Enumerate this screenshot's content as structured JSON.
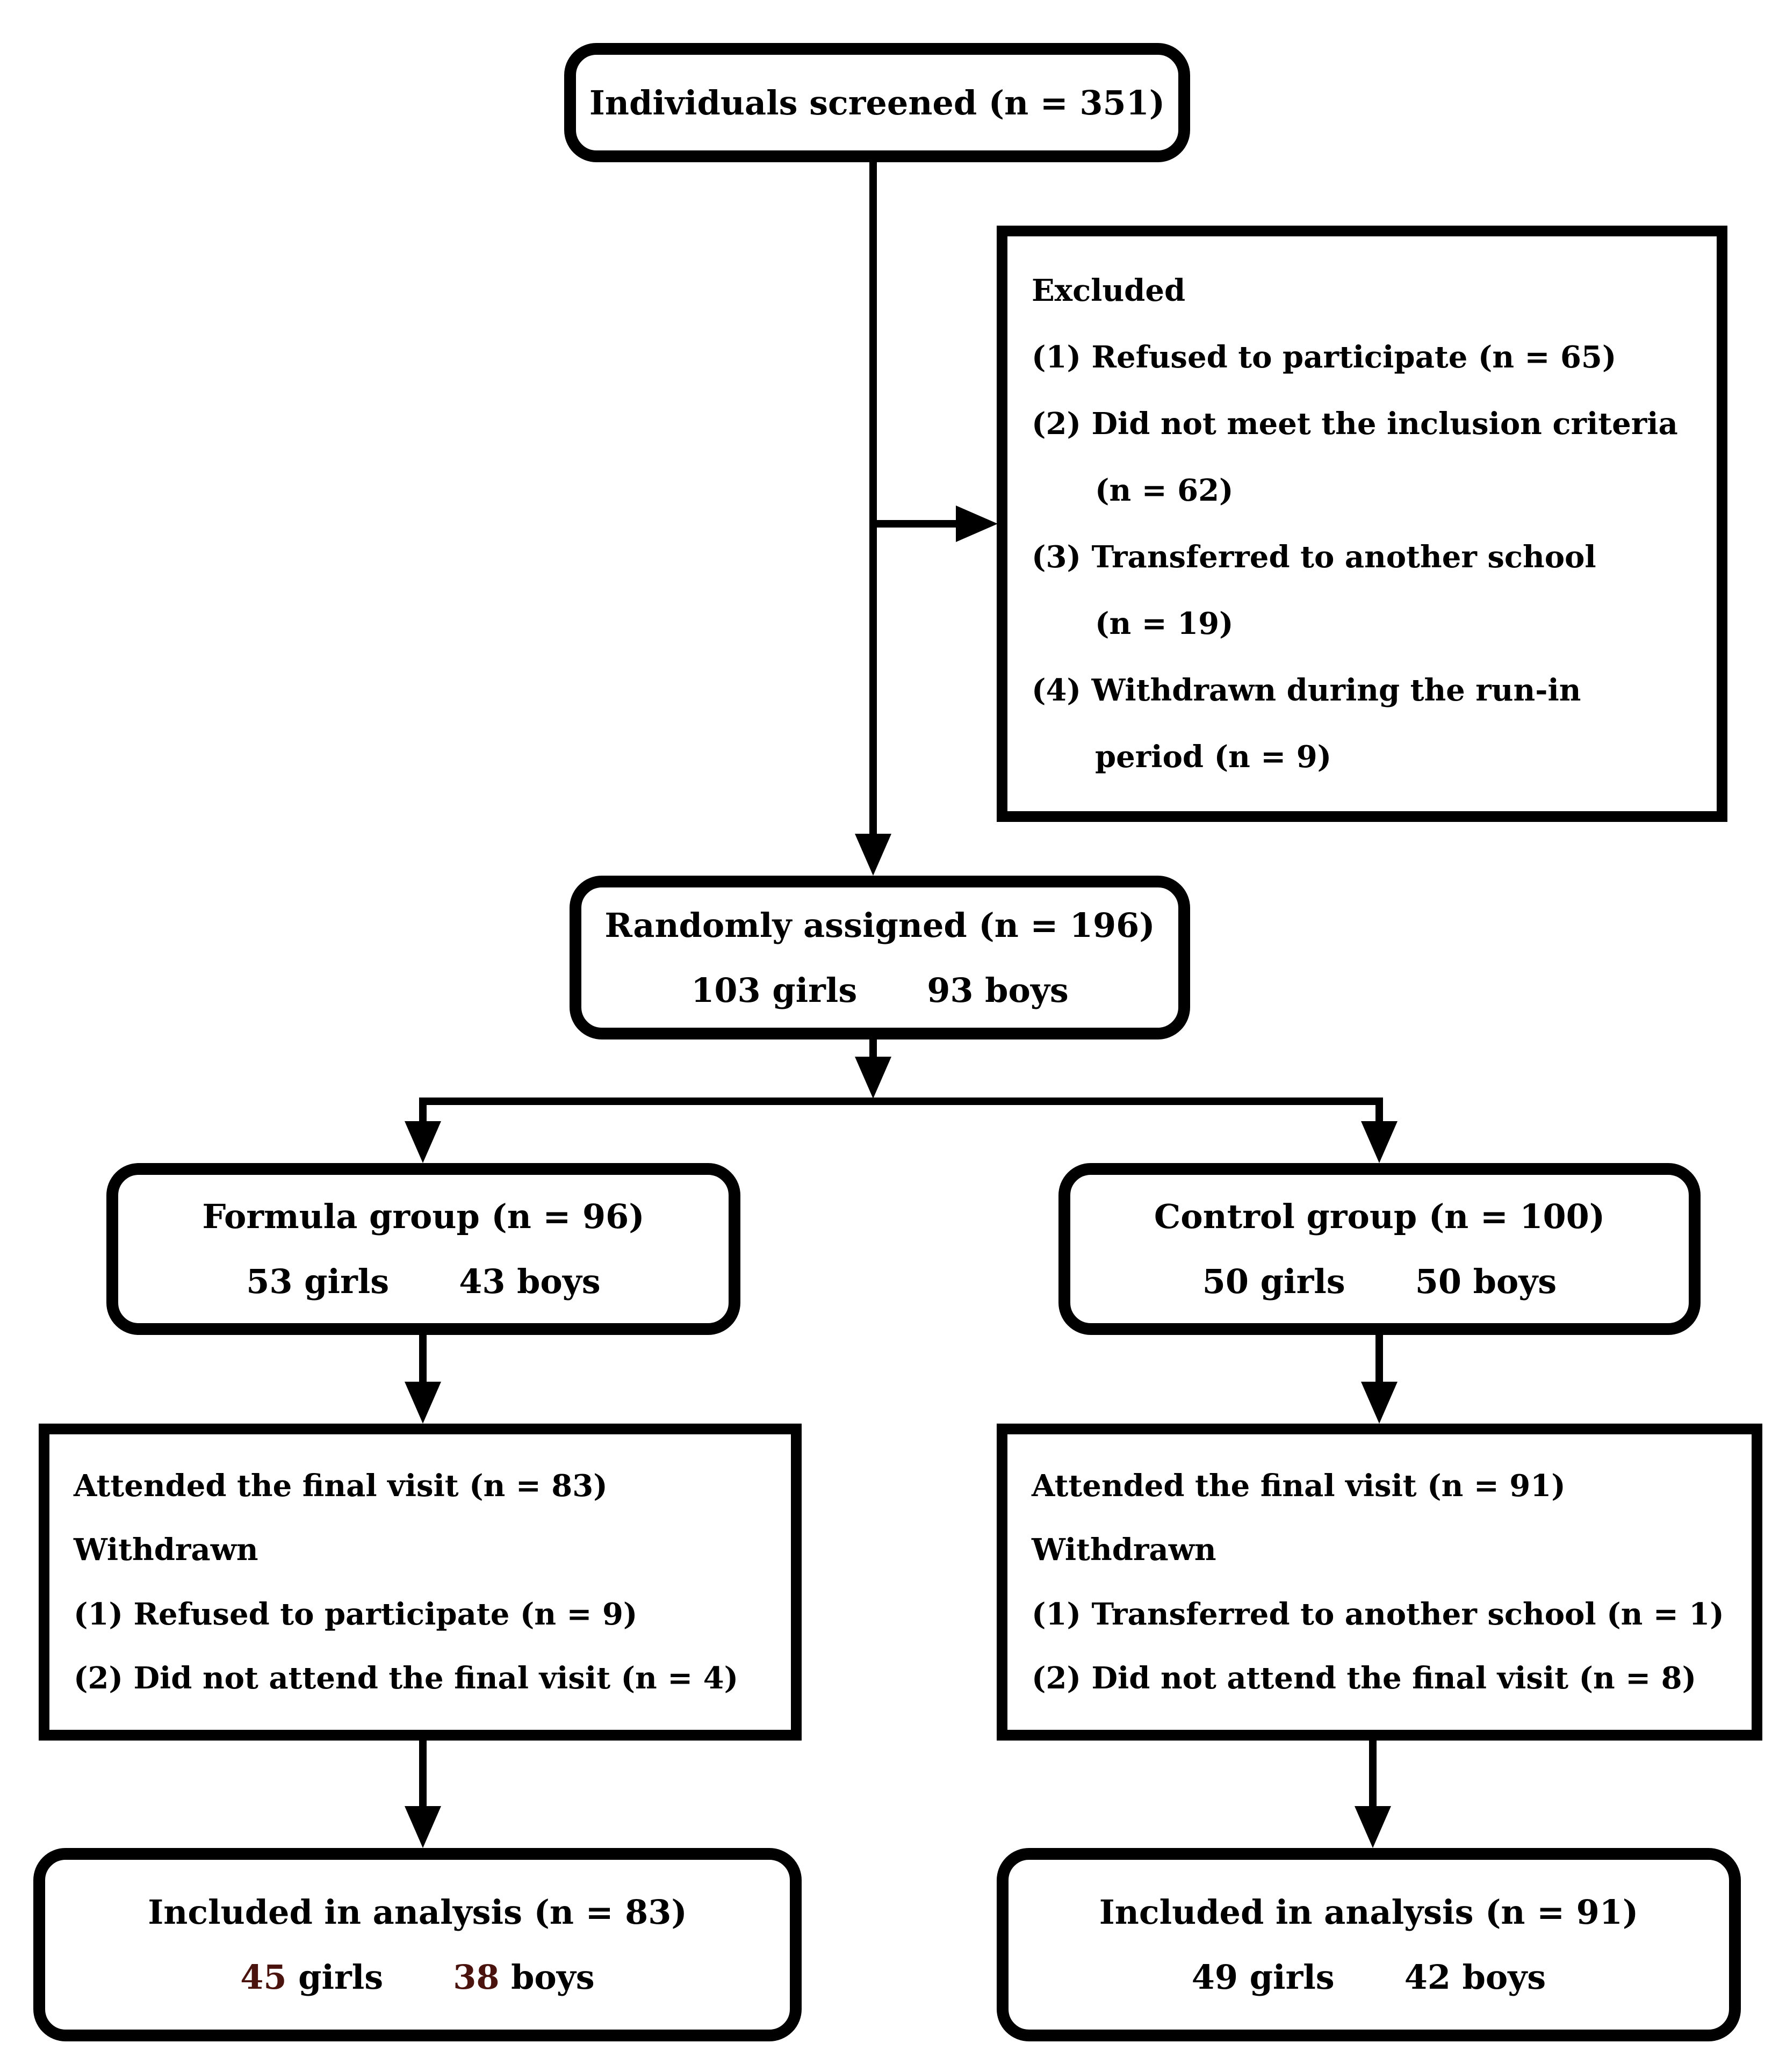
{
  "flowchart": {
    "screened": {
      "label": "Individuals screened (n = 351)"
    },
    "excluded": {
      "lines": [
        "Excluded",
        "(1) Refused to participate (n = 65)",
        "(2) Did not meet the inclusion criteria",
        "(n = 62)",
        "(3) Transferred to another school",
        "(n = 19)",
        "(4) Withdrawn during the run-in",
        "period (n = 9)"
      ]
    },
    "randomized": {
      "label": "Randomly assigned (n = 196)",
      "girls": "103 girls",
      "boys": "93 boys"
    },
    "formula_group": {
      "label": "Formula group (n = 96)",
      "girls": "53 girls",
      "boys": "43 boys"
    },
    "control_group": {
      "label": "Control group (n = 100)",
      "girls": "50 girls",
      "boys": "50 boys"
    },
    "formula_followup": {
      "lines": [
        "Attended the final visit (n = 83)",
        "Withdrawn",
        "(1) Refused to participate (n = 9)",
        "(2) Did not attend the final visit (n = 4)"
      ]
    },
    "control_followup": {
      "lines": [
        "Attended the final visit (n = 91)",
        "Withdrawn",
        "(1) Transferred to another school (n = 1)",
        "(2) Did not attend the final visit (n = 8)"
      ]
    },
    "formula_analysis": {
      "label": "Included in analysis (n = 83)",
      "girls_count": "45",
      "girls_word": "girls",
      "boys_count": "38",
      "boys_word": "boys"
    },
    "control_analysis": {
      "label": "Included in analysis (n = 91)",
      "girls": "49 girls",
      "boys": "42 boys"
    }
  },
  "colors": {
    "line": "#000000",
    "background": "#ffffff",
    "text": "#000000",
    "analysis_number_accent": "#4a130d"
  }
}
